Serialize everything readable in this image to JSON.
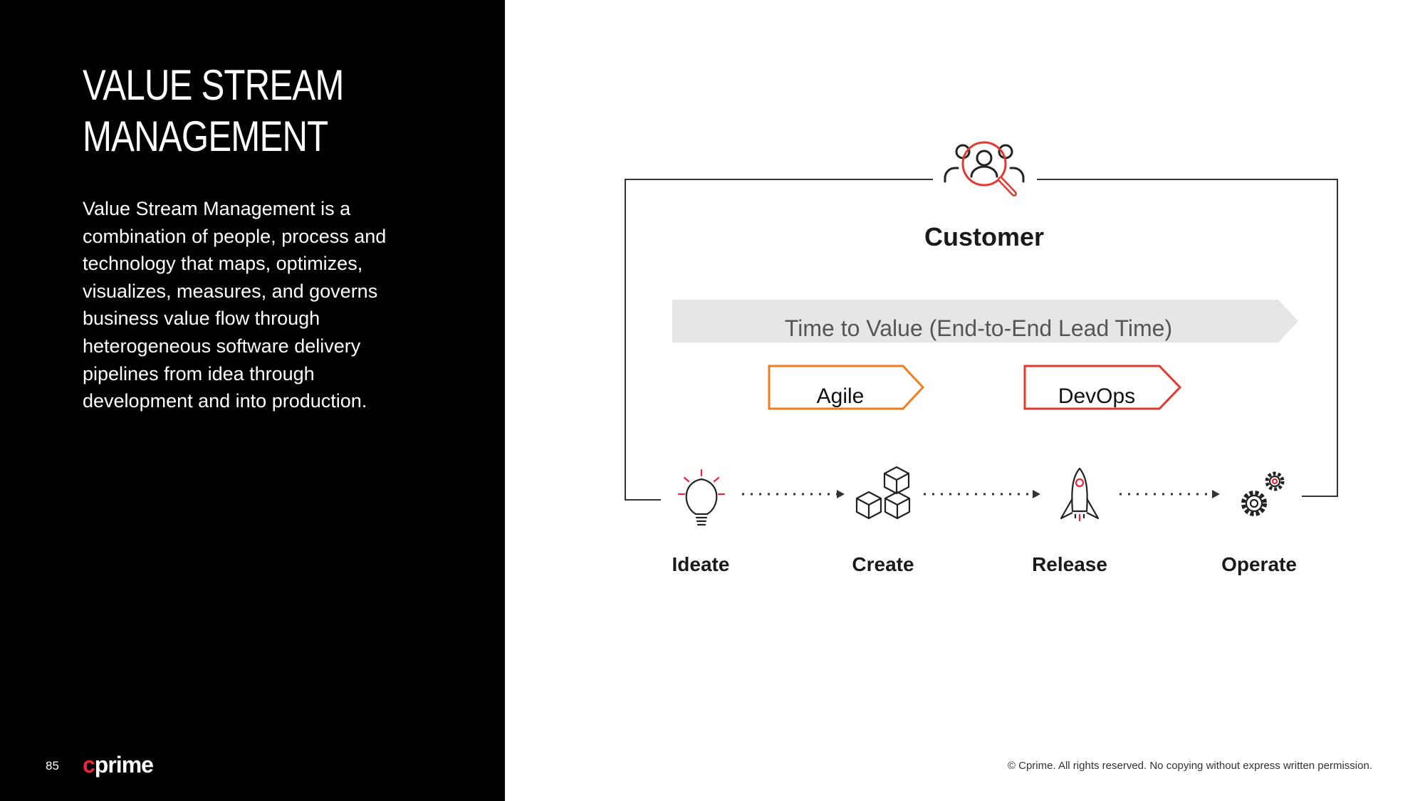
{
  "left": {
    "title_lines": [
      "VALUE STREAM",
      "MANAGEMENT"
    ],
    "description": "Value Stream Management is a combination of people, process and technology that maps, optimizes, visualizes, measures, and governs business value flow through heterogeneous software delivery pipelines from idea through development and into production.",
    "page_number": "85",
    "logo_c": "c",
    "logo_rest": "prime"
  },
  "diagram": {
    "customer": "Customer",
    "time_to_value": "Time to Value (End-to-End Lead Time)",
    "agile": "Agile",
    "devops": "DevOps",
    "stages": [
      "Ideate",
      "Create",
      "Release",
      "Operate"
    ],
    "icons": {
      "customer": "customer-search-icon",
      "ideate": "lightbulb-icon",
      "create": "cubes-icon",
      "release": "rocket-icon",
      "operate": "gears-icon"
    },
    "colors": {
      "agile": "#f07d1f",
      "devops": "#e03a2f",
      "accent": "#e8253d",
      "banner": "#e6e6e6"
    }
  },
  "footer": {
    "copyright": "© Cprime. All rights reserved. No copying without express written permission."
  }
}
